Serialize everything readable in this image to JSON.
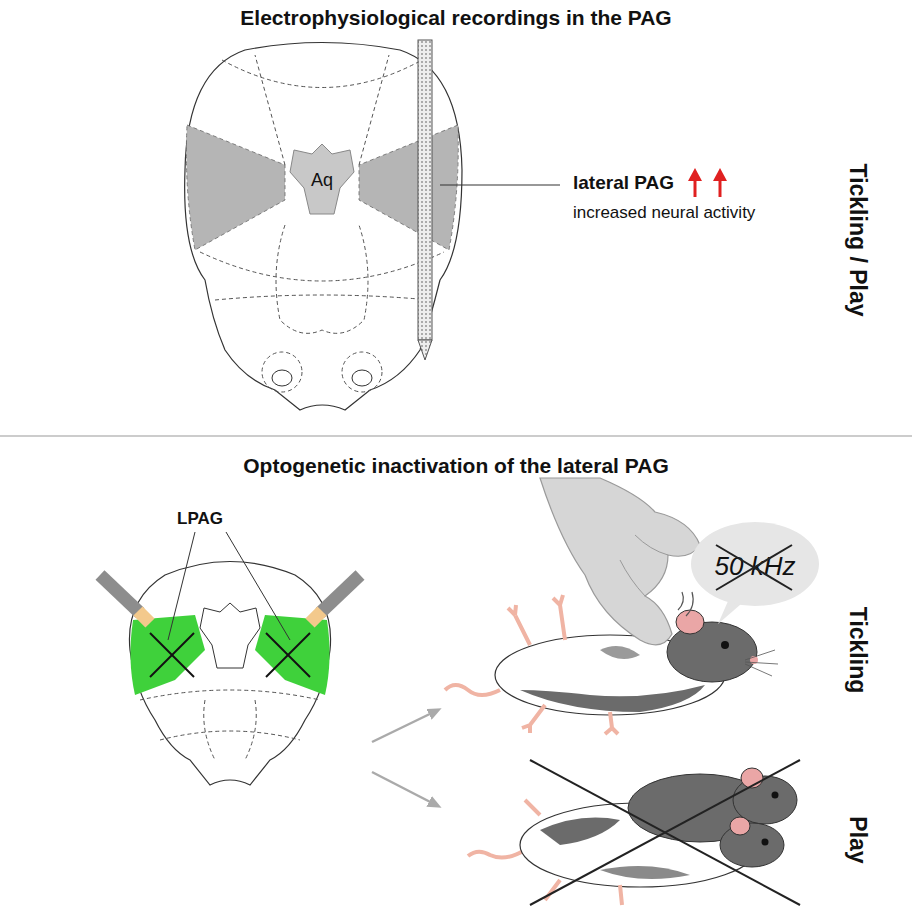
{
  "diagram": {
    "nodes": [
      {
        "text": [
          "Aq"
        ]
      },
      {
        "text": [
          "50 kHz"
        ]
      }
    ],
    "labels": [
      "Electrophysiological recordings in the PAG",
      "lateral PAG",
      "increased neural activity",
      "Tickling / Play",
      "Optogenetic inactivation of the lateral PAG",
      "LPAG",
      "Tickling",
      "Play"
    ]
  }
}
